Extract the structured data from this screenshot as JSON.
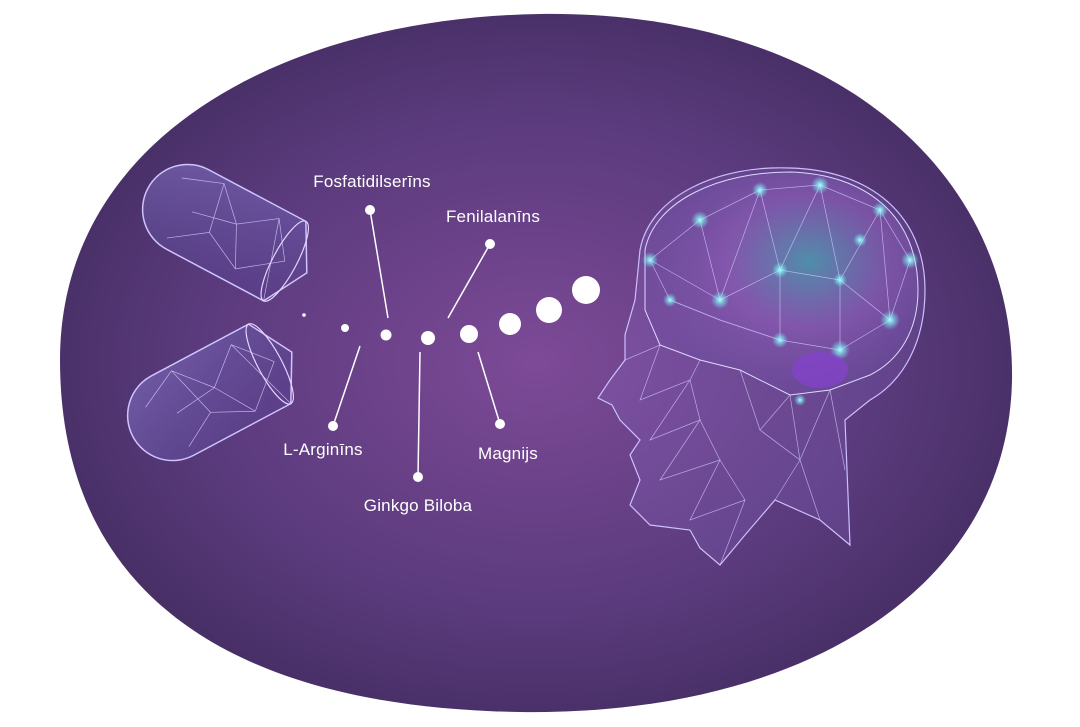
{
  "labels": {
    "fosfatidilserins": "Fosfatidilserīns",
    "fenilalanins": "Fenilalanīns",
    "l_arginins": "L-Arginīns",
    "ginkgo_biloba": "Ginkgo Biloba",
    "magnijs": "Magnijs"
  },
  "colors": {
    "background_center": "#7d4a97",
    "background_edge": "#3f2a5c",
    "mesh": "#c9b8ff",
    "glow": "#5ff0f0",
    "dot": "#ffffff"
  }
}
